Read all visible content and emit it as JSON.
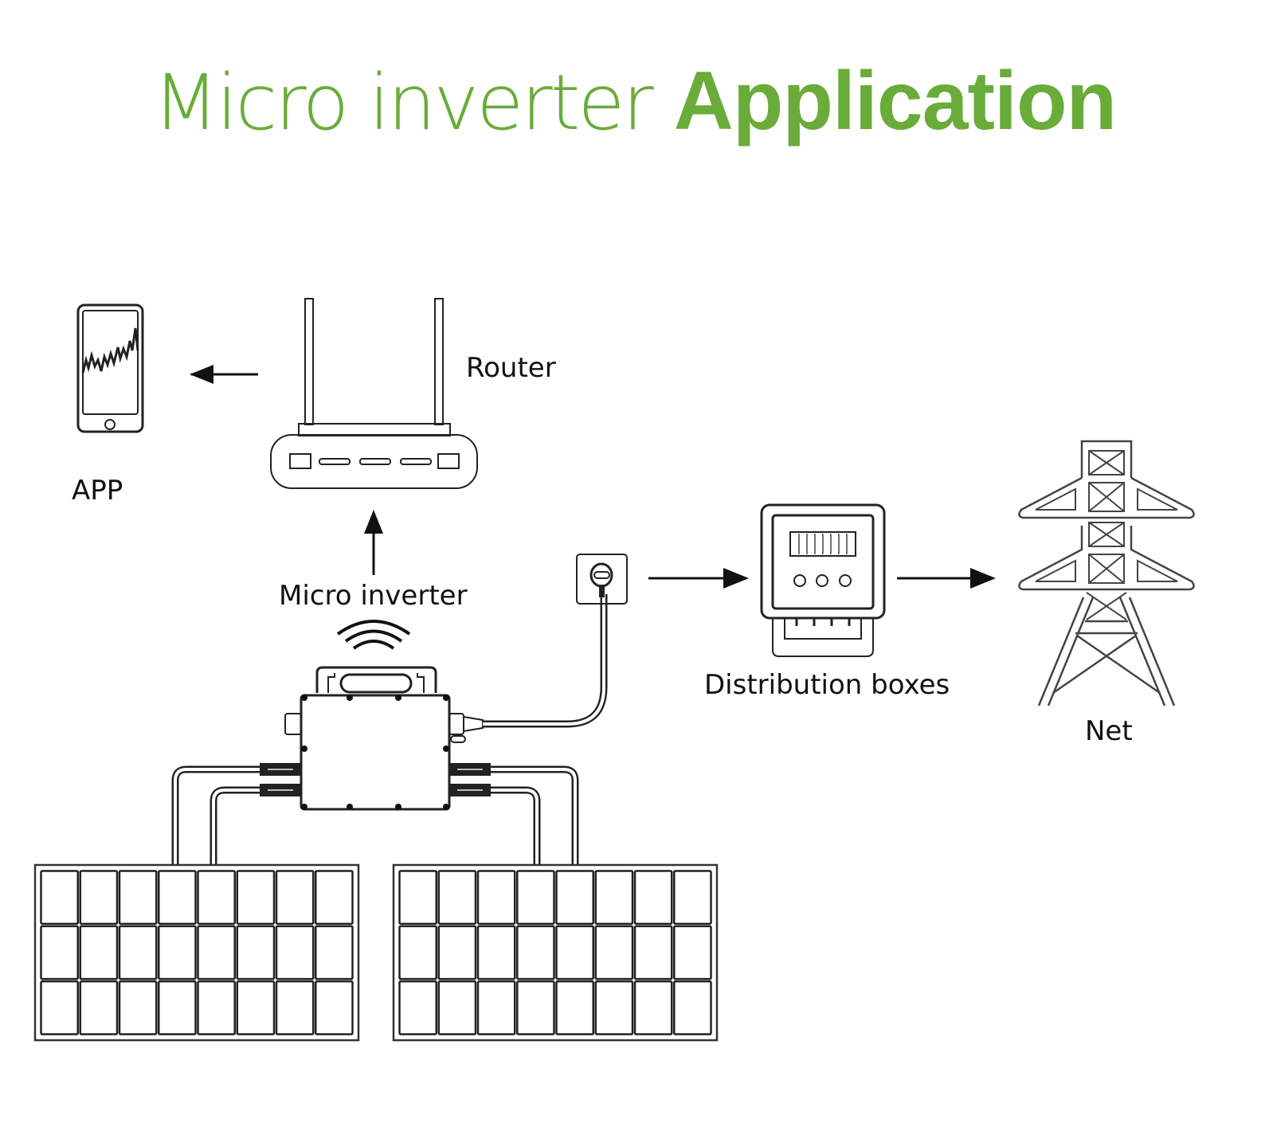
{
  "title": {
    "prefix": "Micro inverter",
    "emphasis": "Application",
    "color": "#6aac3a"
  },
  "nodes": {
    "app": {
      "label": "APP",
      "icon": "smartphone-chart-icon"
    },
    "router": {
      "label": "Router",
      "icon": "wifi-router-icon"
    },
    "micro_inverter": {
      "label": "Micro inverter",
      "icon": "micro-inverter-icon"
    },
    "socket": {
      "icon": "wall-socket-plug-icon"
    },
    "distribution_boxes": {
      "label": "Distribution boxes",
      "icon": "electric-meter-icon"
    },
    "net": {
      "label": "Net",
      "icon": "power-pylon-icon"
    },
    "solar_panels": {
      "count": 2,
      "rows": 3,
      "columns": 8,
      "icon": "solar-panel-icon"
    }
  },
  "flows": [
    {
      "from": "micro_inverter",
      "to": "router",
      "direction": "up"
    },
    {
      "from": "router",
      "to": "app",
      "direction": "left"
    },
    {
      "from": "socket",
      "to": "distribution_boxes",
      "direction": "right"
    },
    {
      "from": "distribution_boxes",
      "to": "net",
      "direction": "right"
    }
  ]
}
